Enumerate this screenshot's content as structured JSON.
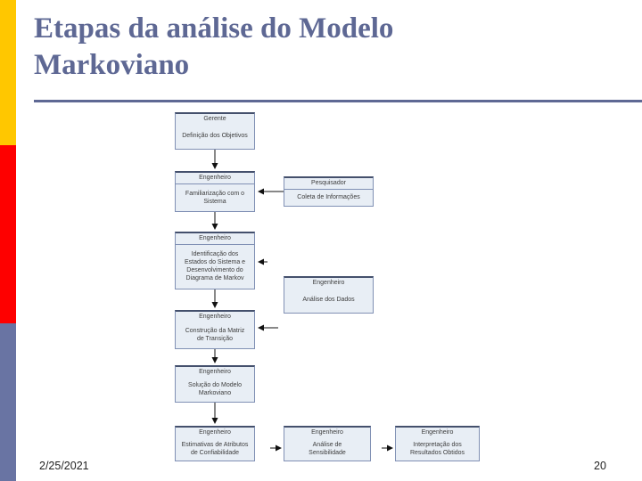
{
  "theme": {
    "title-color": "#5e6894",
    "bar-yellow": "#ffc700",
    "bar-red": "#fe0000",
    "bar-slate": "#6974a3",
    "box-bg": "#e8eef5",
    "box-border": "#8090b4",
    "box-top-border": "#44506c",
    "box-text": "#3d3d3d",
    "arrow-color": "#111111"
  },
  "slide": {
    "title": "Etapas da análise do Modelo Markoviano"
  },
  "footer": {
    "date": "2/25/2021",
    "page": "20"
  },
  "flowchart": {
    "boxes": [
      {
        "actor": "Gerente",
        "task": "Definição dos Objetivos"
      },
      {
        "actor": "Engenheiro",
        "task": "Familiarização com o\nSistema"
      },
      {
        "actor": "Pesquisador",
        "task": "Coleta de Informações"
      },
      {
        "actor": "Engenheiro",
        "task": "Identificação dos\nEstados do Sistema e\nDesenvolvimento do\nDiagrama de Markov"
      },
      {
        "actor": "Engenheiro",
        "task": "Análise dos Dados"
      },
      {
        "actor": "Engenheiro",
        "task": "Construção da Matriz\nde Transição"
      },
      {
        "actor": "Engenheiro",
        "task": "Solução do Modelo\nMarkoviano"
      },
      {
        "actor": "Engenheiro",
        "task": "Estimativas de Atributos\nde Confiabilidade"
      },
      {
        "actor": "Engenheiro",
        "task": "Análise de\nSensibilidade"
      },
      {
        "actor": "Engenheiro",
        "task": "Interpretação dos\nResultados Obtidos"
      }
    ]
  }
}
